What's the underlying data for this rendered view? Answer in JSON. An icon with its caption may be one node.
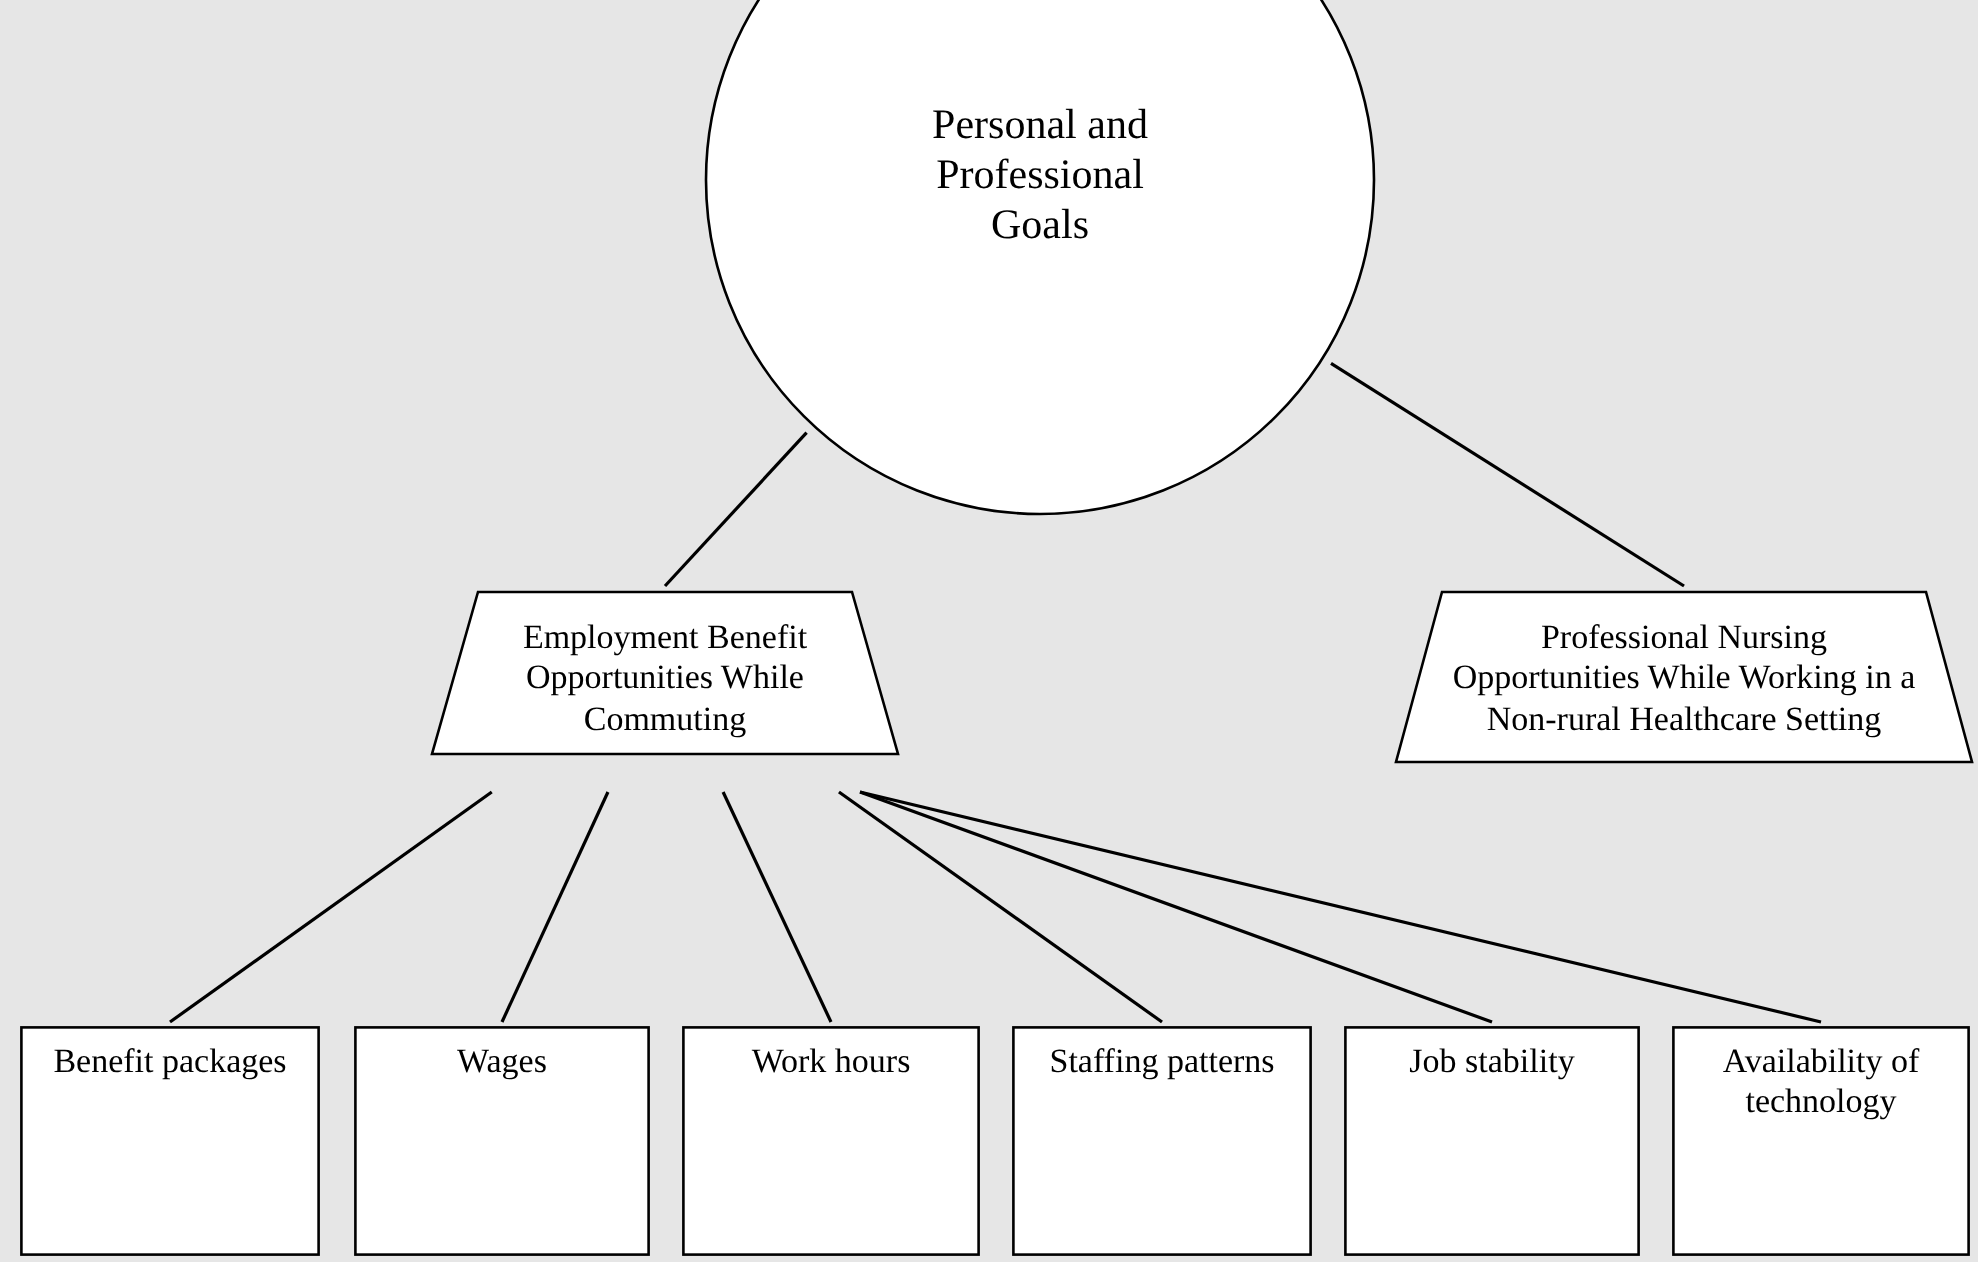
{
  "diagram": {
    "nodes": [
      {
        "text": [
          "Personal and Professional Goals"
        ]
      },
      {
        "text": [
          "Employment Benefit Opportunities While Commuting"
        ]
      },
      {
        "text": [
          "Professional Nursing Opportunities While Working in a Non-rural Healthcare Setting"
        ]
      },
      {
        "text": [
          "Benefit packages"
        ]
      },
      {
        "text": [
          "Wages"
        ]
      },
      {
        "text": [
          "Work hours"
        ]
      },
      {
        "text": [
          "Staffing patterns"
        ]
      },
      {
        "text": [
          "Job stability"
        ]
      },
      {
        "text": [
          "Availability of technology"
        ]
      }
    ],
    "edges": [
      {
        "from": 0,
        "to": 1,
        "arrow": "none"
      },
      {
        "from": 0,
        "to": 2,
        "arrow": "none"
      },
      {
        "from": 1,
        "to": 3,
        "arrow": "none"
      },
      {
        "from": 1,
        "to": 4,
        "arrow": "none"
      },
      {
        "from": 1,
        "to": 5,
        "arrow": "none"
      },
      {
        "from": 1,
        "to": 6,
        "arrow": "none"
      },
      {
        "from": 1,
        "to": 7,
        "arrow": "none"
      },
      {
        "from": 1,
        "to": 8,
        "arrow": "none"
      }
    ]
  }
}
